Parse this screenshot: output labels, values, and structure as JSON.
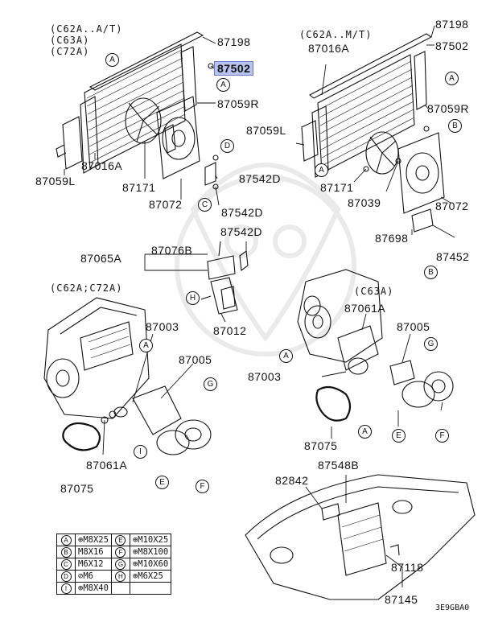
{
  "headers": {
    "top_left": [
      "(C62A..A/T)",
      "(C63A)",
      "(C72A)"
    ],
    "top_right": "(C62A..M/T)",
    "mid_left": "(C62A;C72A)",
    "mid_right": "(C63A)"
  },
  "part_labels": {
    "p87198_l": "87198",
    "p87502_l": "87502",
    "p87059R_l": "87059R",
    "p87016A_l": "87016A",
    "p87059L_l": "87059L",
    "p87171_l": "87171",
    "p87072_l": "87072",
    "p87542D_a": "87542D",
    "p87542D_b": "87542D",
    "p87198_r": "87198",
    "p87016A_r": "87016A",
    "p87502_r": "87502",
    "p87059R_r": "87059R",
    "p87059L_r": "87059L",
    "p87171_r": "87171",
    "p87039": "87039",
    "p87072_r": "87072",
    "p87698": "87698",
    "p87452": "87452",
    "p87542D_c": "87542D",
    "p87076B": "87076B",
    "p87065A": "87065A",
    "p87012": "87012",
    "p87003_l": "87003",
    "p87005_l": "87005",
    "p87061A_l": "87061A",
    "p87075_l": "87075",
    "p87061A_r": "87061A",
    "p87005_r": "87005",
    "p87003_r": "87003",
    "p87075_r": "87075",
    "p87548B": "87548B",
    "p82842": "82842",
    "p87118": "87118",
    "p87145": "87145"
  },
  "callouts": [
    "A",
    "B",
    "C",
    "D",
    "E",
    "F",
    "G",
    "H",
    "I"
  ],
  "legend": [
    [
      {
        "k": "A",
        "v": "⊕M8X25"
      },
      {
        "k": "E",
        "v": "⊕M10X25"
      }
    ],
    [
      {
        "k": "B",
        "v": "  M8X16"
      },
      {
        "k": "F",
        "v": "⊕M8X100"
      }
    ],
    [
      {
        "k": "C",
        "v": "  M6X12"
      },
      {
        "k": "G",
        "v": "⊕M10X60"
      }
    ],
    [
      {
        "k": "D",
        "v": "⊘M6"
      },
      {
        "k": "H",
        "v": "⊕M6X25"
      }
    ],
    [
      {
        "k": "I",
        "v": "⊕M8X40"
      },
      {
        "k": "",
        "v": ""
      }
    ]
  ],
  "diagram_code": "3E9GBA0",
  "highlight_part": "87502",
  "colors": {
    "highlight_fill": "#b9c3ef",
    "line": "#111111"
  }
}
